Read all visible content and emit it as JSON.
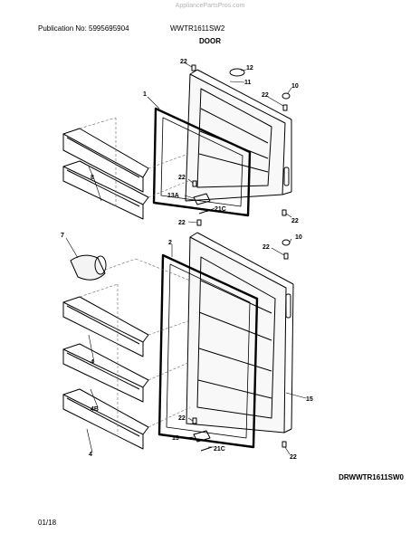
{
  "watermark": "AppliancePartsPros.com",
  "header": {
    "publication": "Publication No: 5995695904",
    "model": "WWTR1611SW2"
  },
  "title": "DOOR",
  "drawing_code": "DRWWTR1611SW0",
  "date": "01/18",
  "callouts": {
    "c1": "1",
    "c2": "2",
    "c4a": "4",
    "c4b": "4",
    "c4B": "4B",
    "c7": "7",
    "c8": "8",
    "c10a": "10",
    "c10b": "10",
    "c11": "11",
    "c12": "12",
    "c13": "13",
    "c13A": "13A",
    "c15": "15",
    "c21Ca": "21C",
    "c21Cb": "21C",
    "c22a": "22",
    "c22b": "22",
    "c22c": "22",
    "c22d": "22",
    "c22e": "22",
    "c22f": "22",
    "c22g": "22",
    "c22h": "22"
  }
}
